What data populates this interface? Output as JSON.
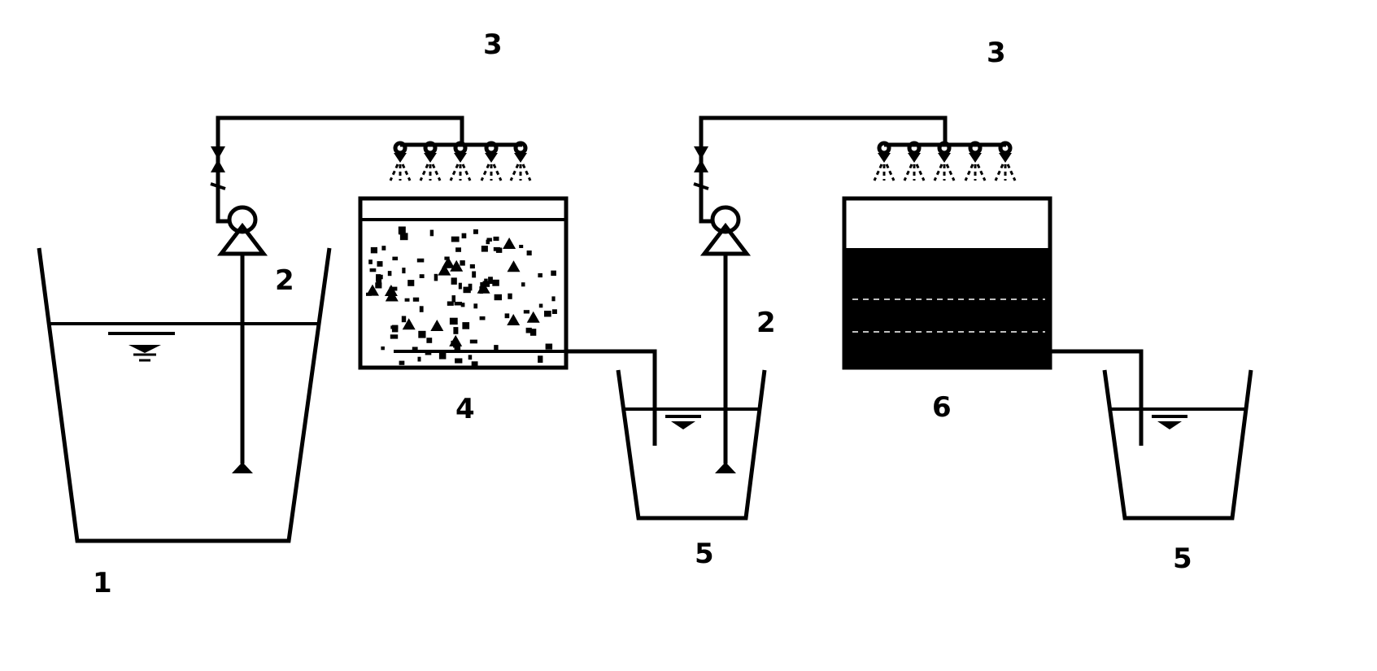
{
  "diagram": {
    "colors": {
      "ink": "#000000",
      "paper": "#ffffff",
      "dash": "#ffffff"
    },
    "labels": {
      "tank_feed": "1",
      "pump_left": "2",
      "pump_right": "2",
      "sprinkler_left": "3",
      "sprinkler_right": "3",
      "reactor_packed": "4",
      "collector_mid": "5",
      "collector_right": "5",
      "reactor_dark": "6"
    },
    "icons": {
      "valve": "valve-icon",
      "pump": "pump-icon",
      "nozzle": "spray-nozzle-icon",
      "water_level": "water-level-icon",
      "intake": "intake-foot-icon"
    }
  }
}
